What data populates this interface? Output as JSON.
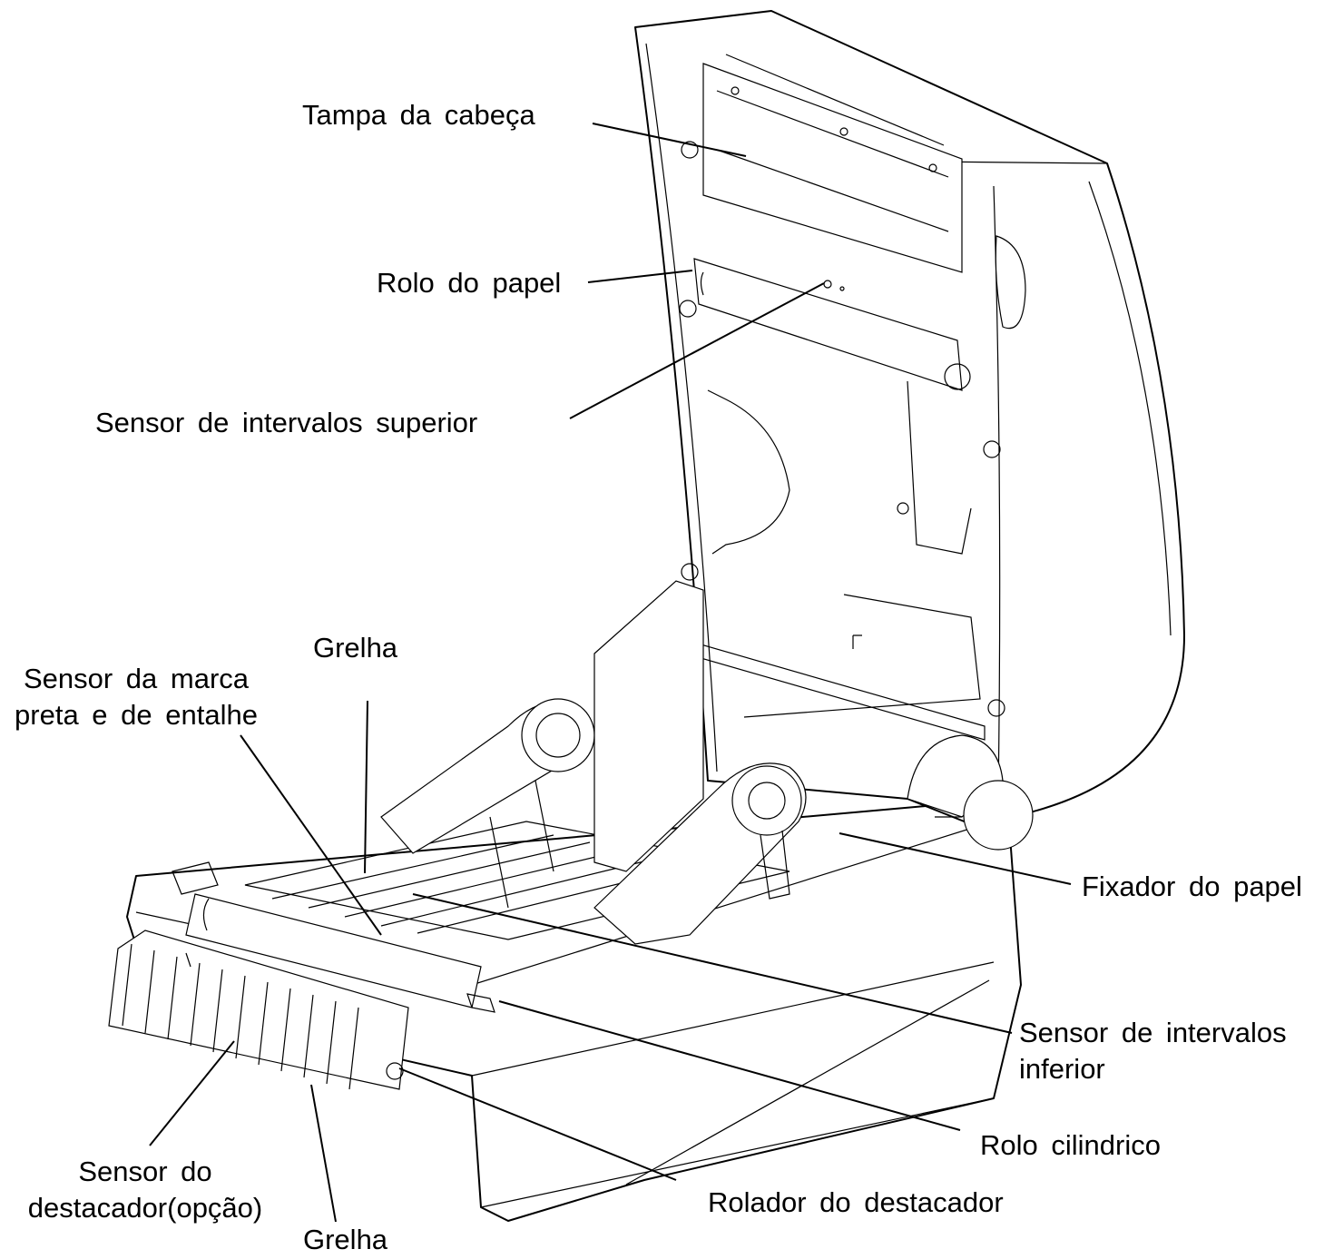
{
  "labels": {
    "tampa": "Tampa da cabeça",
    "rolo_papel": "Rolo do papel",
    "sensor_sup": "Sensor de intervalos superior",
    "grelha_top": "Grelha",
    "marca_1": "Sensor da marca",
    "marca_2": "preta e de entalhe",
    "fixador": "Fixador do papel",
    "sensor_inf_1": "Sensor de intervalos",
    "sensor_inf_2": "inferior",
    "rolo_cil": "Rolo cilindrico",
    "rolador": "Rolador do destacador",
    "dest_1": "Sensor do",
    "dest_2": "destacador(opção)",
    "grelha_bottom": "Grelha"
  },
  "colors": {
    "line": "#000000",
    "background": "#ffffff"
  }
}
